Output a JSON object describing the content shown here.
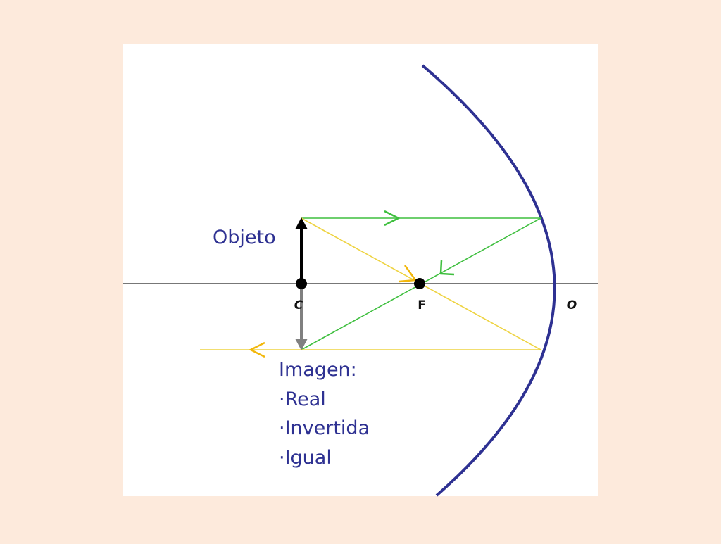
{
  "diagram": {
    "object_label": "Objeto",
    "point_labels": {
      "center": "C",
      "focus": "F",
      "vertex": "O"
    },
    "image_heading": "Imagen:",
    "image_properties": [
      "·Real",
      "·Invertida",
      "·Igual"
    ]
  },
  "colors": {
    "page_background": "#fdeadc",
    "panel_background": "#ffffff",
    "mirror": "#2e3192",
    "axis": "#777777",
    "object_arrow": "#000000",
    "image_arrow": "#808080",
    "ray_green": "#3fbf3f",
    "ray_yellow": "#eed341",
    "ray_arrowhead_yellow": "#f2b70c",
    "label_text": "#2e3192"
  }
}
